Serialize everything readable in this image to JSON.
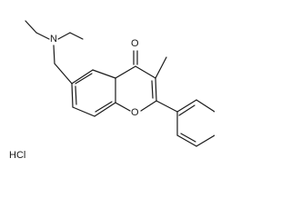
{
  "molecule": {
    "atom_labels": {
      "amine_nitrogen": "N",
      "carbonyl_oxygen": "O",
      "ring_oxygen": "O"
    },
    "salt": "HCl"
  }
}
